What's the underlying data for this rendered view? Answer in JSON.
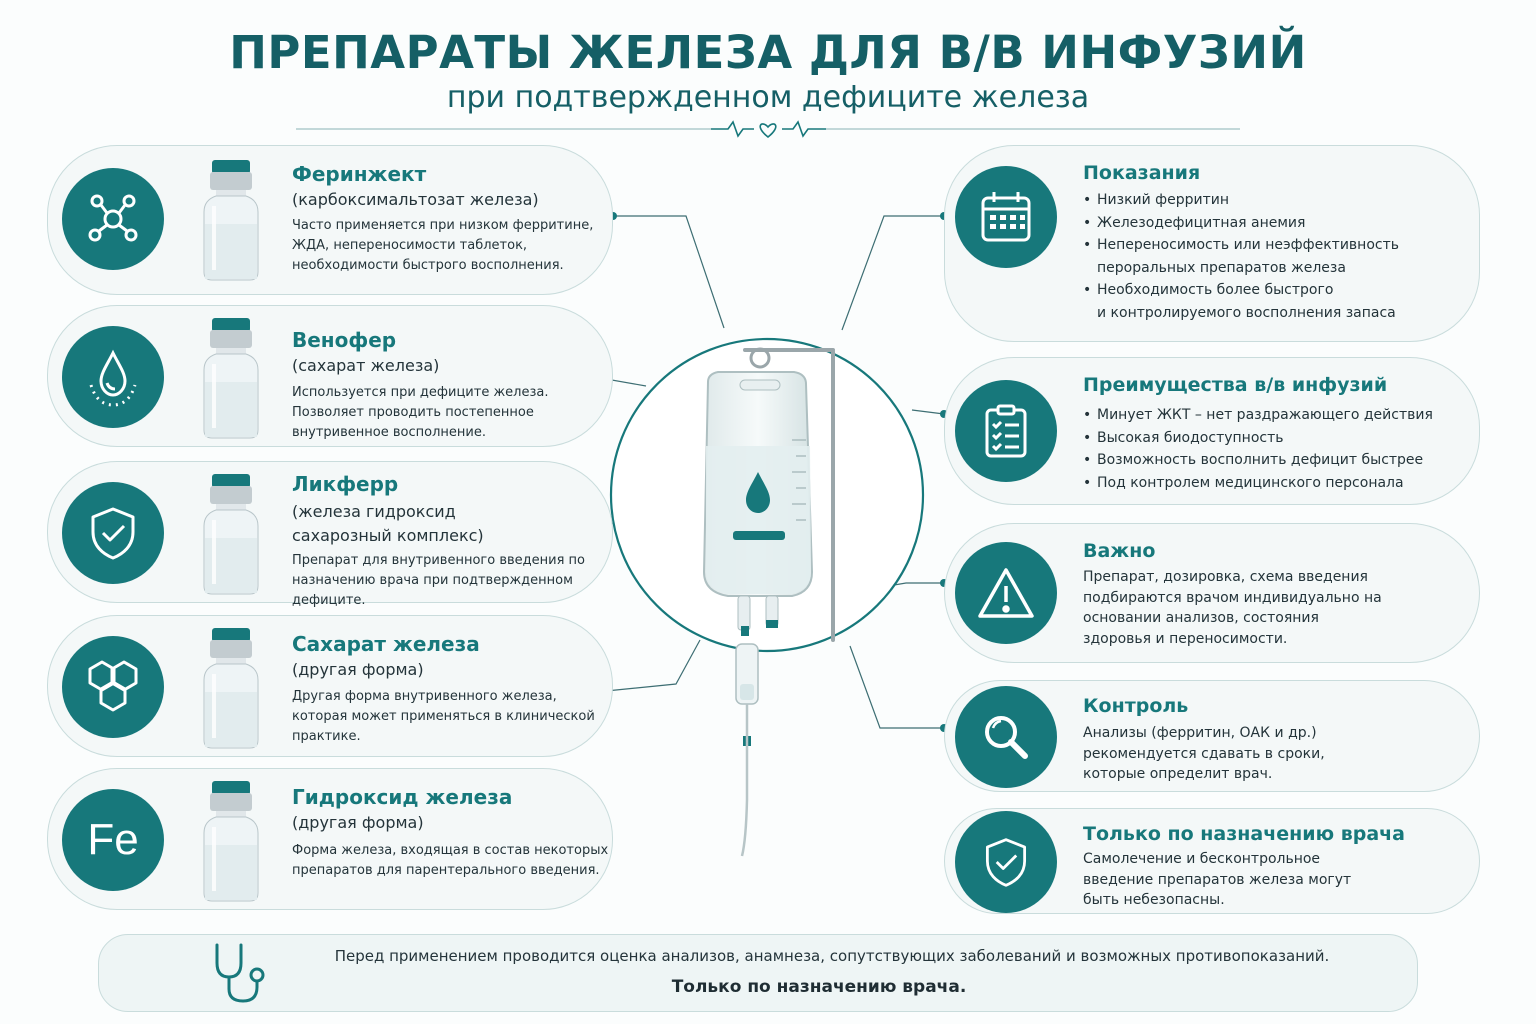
{
  "header": {
    "title": "ПРЕПАРАТЫ ЖЕЛЕЗА ДЛЯ В/В ИНФУЗИЙ",
    "subtitle": "при подтвержденном дефиците железа"
  },
  "drugs": [
    {
      "name": "Феринжект",
      "sub": [
        "(карбоксимальтозат железа)"
      ],
      "desc": "Часто применяется при низком ферритине, ЖДА, непереносимости таблеток, необходимости быстрого восполнения.",
      "icon": "molecule-icon"
    },
    {
      "name": "Венофер",
      "sub": [
        "(сахарат железа)"
      ],
      "desc": "Используется при дефиците железа. Позволяет проводить постепенное внутривенное восполнение.",
      "icon": "droplet-icon"
    },
    {
      "name": "Ликферр",
      "sub": [
        "(железа гидроксид",
        "сахарозный комплекс)"
      ],
      "desc": "Препарат для внутривенного введения по назначению врача при подтвержденном дефиците.",
      "icon": "shield-check-icon"
    },
    {
      "name": "Сахарат железа",
      "sub": [
        "(другая форма)"
      ],
      "desc": "Другая форма внутривенного железа, которая может применяться в клинической практике.",
      "icon": "hexagons-icon"
    },
    {
      "name": "Гидроксид железа",
      "sub": [
        "(другая форма)"
      ],
      "desc": "Форма железа, входящая в состав некоторых препаратов для парентерального введения.",
      "icon": "fe-icon",
      "icon_text": "Fe"
    }
  ],
  "info": {
    "indications": {
      "title": "Показания",
      "items": [
        "Низкий ферритин",
        "Железодефицитная анемия",
        "Непереносимость или неэффективность",
        "пероральных препаратов железа",
        "Необходимость более быстрого",
        "и контролируемого восполнения запаса"
      ]
    },
    "advantages": {
      "title": "Преимущества в/в инфузий",
      "items": [
        "Минует ЖКТ – нет раздражающего действия",
        "Высокая биодоступность",
        "Возможность восполнить дефицит быстрее",
        "Под контролем медицинского персонала"
      ]
    },
    "important": {
      "title": "Важно",
      "text": "Препарат, дозировка, схема введения подбираются врачом индивидуально на основании анализов, состояния здоровья и переносимости."
    },
    "control": {
      "title": "Контроль",
      "text": "Анализы (ферритин, ОАК и др.) рекомендуется сдавать в сроки, которые определит врач."
    },
    "prescription": {
      "title": "Только по назначению врача",
      "text": "Самолечение и бесконтрольное введение препаратов железа могут быть небезопасны."
    }
  },
  "footer": {
    "text": "Перед применением проводится оценка анализов, анамнеза, сопутствующих заболеваний и возможных противопоказаний.",
    "bold": "Только по назначению врача."
  },
  "colors": {
    "teal": "#17787b",
    "title": "#155f66",
    "card": "#f4f8f8",
    "border": "#c9dcdc"
  }
}
